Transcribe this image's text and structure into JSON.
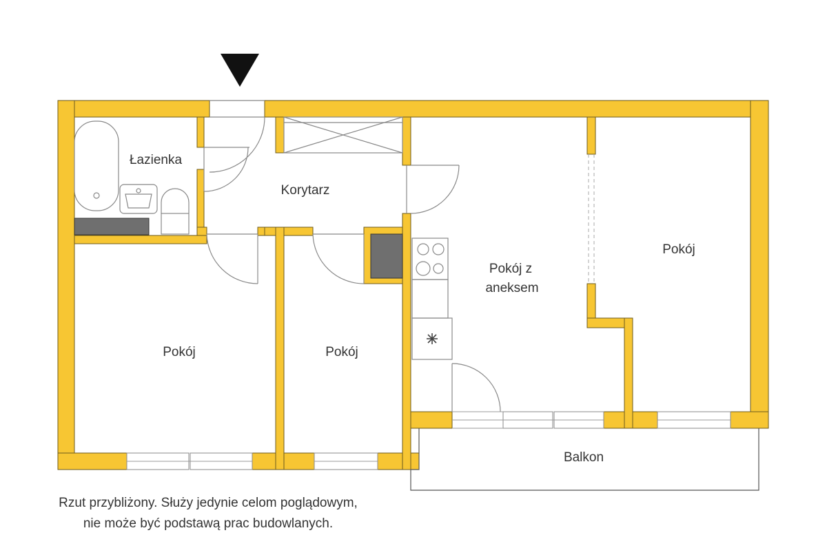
{
  "rooms": {
    "bathroom": "Łazienka",
    "corridor": "Korytarz",
    "living_line1": "Pokój z",
    "living_line2": "aneksem",
    "room_right": "Pokój",
    "room_left": "Pokój",
    "room_middle": "Pokój",
    "balcony": "Balkon"
  },
  "disclaimer": {
    "line1": "Rzut przybliżony. Służy jedynie celom poglądowym,",
    "line2": "nie może być podstawą prac budowlanych."
  },
  "entrance_marker": "entrance-arrow-icon",
  "colors": {
    "wall": "#f7c633",
    "wall_outline": "#6b5a1e",
    "fixture_dark": "#6f6f6f",
    "line": "#888888",
    "text": "#333333"
  }
}
